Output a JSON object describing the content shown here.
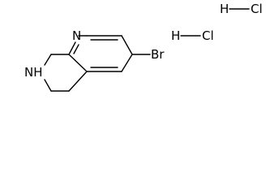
{
  "molecule": {
    "atoms": {
      "pyridine_nitrogen": "N",
      "amine_nh": "NH",
      "bromine": "Br"
    },
    "salt": [
      {
        "h": "H",
        "cl": "Cl"
      },
      {
        "h": "H",
        "cl": "Cl"
      }
    ]
  },
  "colors": {
    "ink": "#000000",
    "background": "#ffffff"
  }
}
